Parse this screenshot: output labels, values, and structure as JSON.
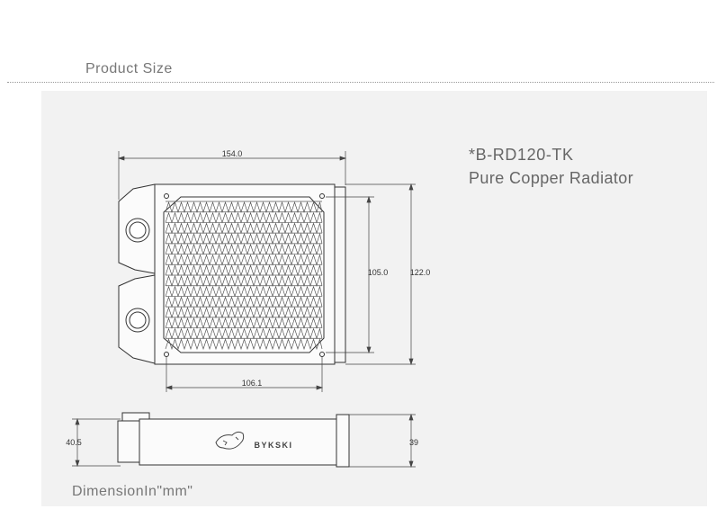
{
  "header": {
    "title": "Product Size"
  },
  "product": {
    "model": "*B-RD120-TK",
    "description": "Pure Copper Radiator"
  },
  "dimensions": {
    "overall_length": "154.0",
    "fin_height": "105.0",
    "overall_height": "122.0",
    "hole_spacing": "106.1",
    "side_thickness": "40.5",
    "side_body": "39"
  },
  "logo": {
    "brand_text": "BYKSKI"
  },
  "footer": {
    "unit_note": "DimensionIn\"mm\""
  }
}
